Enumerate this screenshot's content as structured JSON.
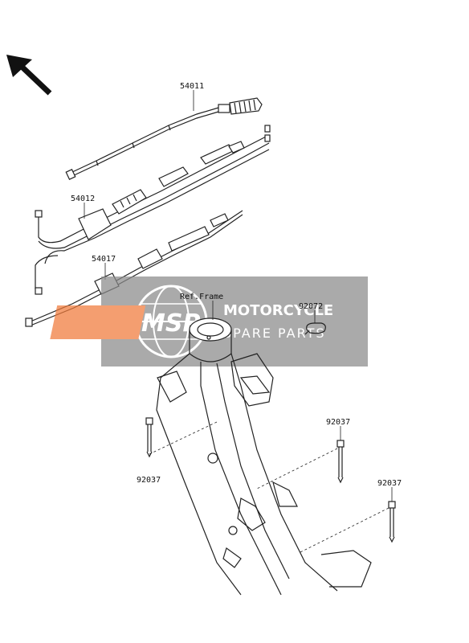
{
  "diagram": {
    "labels": {
      "p54011": "54011",
      "p54012": "54012",
      "p54017": "54017",
      "ref_frame": "Ref.Frame",
      "p92072": "92072",
      "p92037_left": "92037",
      "p92037_mid": "92037",
      "p92037_right": "92037"
    }
  },
  "watermark": {
    "logo_letters": "MSP",
    "title": "MOTORCYCLE",
    "subtitle": "SPARE PARTS",
    "accent_color": "#f07a3a"
  }
}
